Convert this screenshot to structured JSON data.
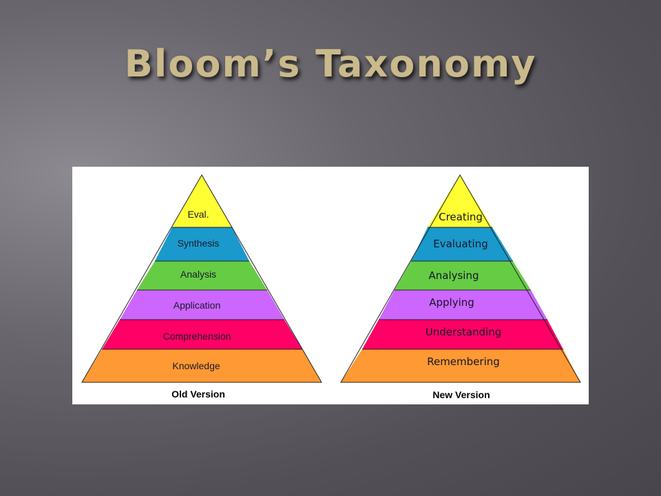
{
  "title": "Bloom’s Taxonomy",
  "colors": {
    "yellow": "#ffff33",
    "blue": "#1a99cc",
    "green": "#66cc44",
    "purple": "#cc66ff",
    "pink": "#ff0066",
    "orange": "#ff9933"
  },
  "old_version": {
    "caption": "Old Version",
    "levels": [
      "Eval.",
      "Synthesis",
      "Analysis",
      "Application",
      "Comprehension",
      "Knowledge"
    ]
  },
  "new_version": {
    "caption": "New Version",
    "levels": [
      "Creating",
      "Evaluating",
      "Analysing",
      "Applying",
      "Understanding",
      "Remembering"
    ]
  }
}
